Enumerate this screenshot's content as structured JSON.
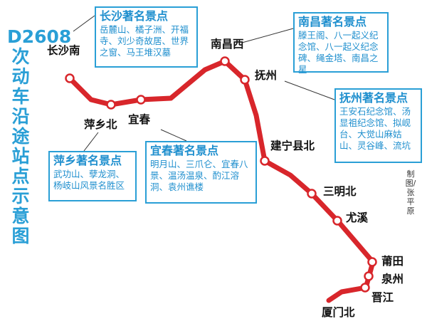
{
  "title": "D2608次动车沿途站点示意图",
  "credit": "制图/张平原",
  "colors": {
    "route": "#d8262b",
    "stop_fill": "#ffffff",
    "accent": "#2a9fd6"
  },
  "stations": [
    {
      "name": "长沙南"
    },
    {
      "name": "萍乡北"
    },
    {
      "name": "宜春"
    },
    {
      "name": "南昌西"
    },
    {
      "name": "抚州"
    },
    {
      "name": "建宁县北"
    },
    {
      "name": "三明北"
    },
    {
      "name": "尤溪"
    },
    {
      "name": "莆田"
    },
    {
      "name": "泉州"
    },
    {
      "name": "晋江"
    },
    {
      "name": "厦门北"
    }
  ],
  "boxes": [
    {
      "id": "changsha",
      "title": "长沙著名景点",
      "body": "岳麓山、橘子洲、开福寺、刘少奇故居、世界之窗、马王堆汉墓"
    },
    {
      "id": "nanchang",
      "title": "南昌著名景点",
      "body": "滕王阁、八一起义纪念馆、八一起义纪念碑、绳金塔、南昌之星"
    },
    {
      "id": "fuzhou",
      "title": "抚州著名景点",
      "body": "王安石纪念馆、汤显祖纪念馆、拟岘台、大觉山麻姑山、灵谷峰、流坑"
    },
    {
      "id": "pingxiang",
      "title": "萍乡著名景点",
      "body": "武功山、孽龙洞、杨岐山风景名胜区"
    },
    {
      "id": "yichun",
      "title": "宜春著名景点",
      "body": "明月山、三爪仑、宜春八景、温汤温泉、酌江溶洞、袁州谯楼"
    }
  ]
}
